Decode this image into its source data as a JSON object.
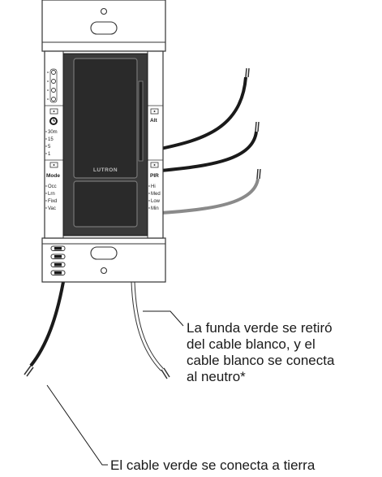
{
  "device": {
    "brand": "LUTRON",
    "alt_label": "Alt",
    "timer": {
      "values": [
        "30m",
        "15",
        "5",
        "1"
      ]
    },
    "mode": {
      "title": "Mode",
      "options": [
        "Occ",
        "Lrn",
        "Fixd",
        "Vac"
      ]
    },
    "pir": {
      "title": "PIR",
      "options": [
        "Hi",
        "Med",
        "Low",
        "Min"
      ]
    },
    "icons": [
      "clock-icon",
      "led-indicator-icon"
    ]
  },
  "wires": {
    "colors": {
      "black": "#1a1a1a",
      "gray": "#8a8a8a",
      "white_outline": "#333333"
    }
  },
  "callouts": {
    "white_wire": [
      "La funda verde se retiró",
      "del cable blanco, y el",
      "cable blanco se conecta",
      "al neutro*"
    ],
    "green_wire": "El cable verde se conecta a tierra"
  }
}
